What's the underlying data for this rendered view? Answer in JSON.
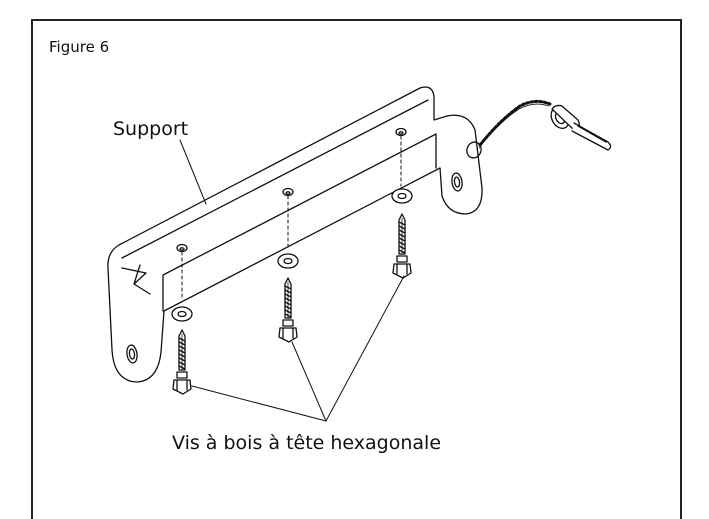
{
  "figure": {
    "label": "Figure 6",
    "callouts": {
      "support": "Support",
      "screws": "Vis à bois à tête hexagonale"
    }
  },
  "colors": {
    "line": "#111111",
    "background": "#ffffff",
    "frame": "#222222"
  }
}
